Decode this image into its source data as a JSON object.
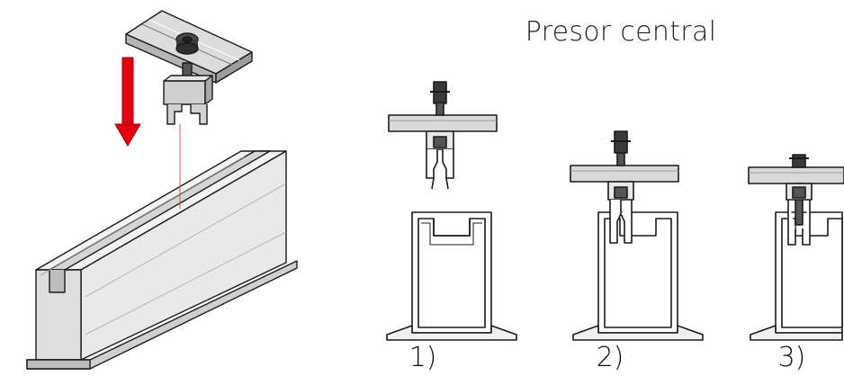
{
  "title": "Presor central",
  "steps": [
    {
      "label": "1)"
    },
    {
      "label": "2)"
    },
    {
      "label": "3)"
    }
  ],
  "colors": {
    "arrow": "#e3000f",
    "laser_line": "#e05050",
    "metal_light": "#f1f1f1",
    "metal_mid": "#c9c9c9",
    "metal_dark": "#8c8c8c",
    "outline": "#1a1a1a",
    "panel": "#d9d9d9",
    "bolt": "#3a3a3a"
  }
}
